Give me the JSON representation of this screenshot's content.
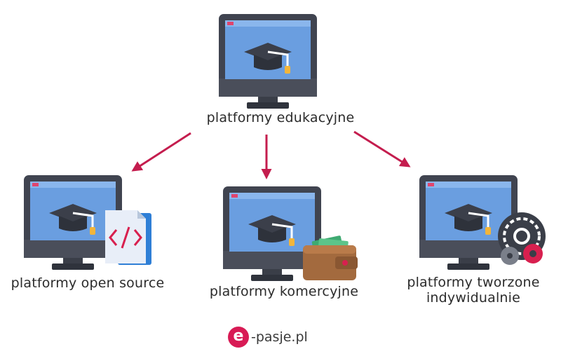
{
  "nodes": {
    "top": "platformy edukacyjne",
    "left": "platformy open source",
    "middle": "platformy komercyjne",
    "right_line1": "platformy tworzone",
    "right_line2": "indywidualnie"
  },
  "logo": {
    "mark": "e",
    "text": "-pasje.pl"
  },
  "icons": {
    "monitor": "monitor-graduation-cap-icon",
    "code_file": "code-file-icon",
    "wallet": "wallet-icon",
    "gears": "gears-icon"
  },
  "colors": {
    "arrow": "#c41d4e",
    "monitor_frame": "#404450",
    "screen": "#5b8fd6",
    "accent": "#d81b55"
  }
}
